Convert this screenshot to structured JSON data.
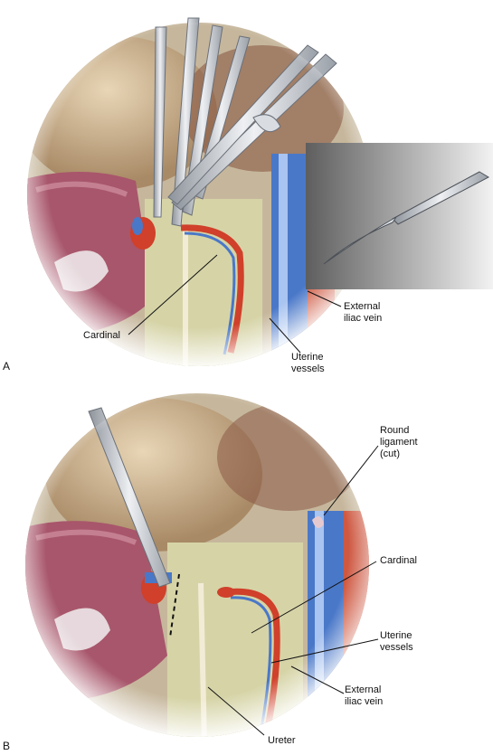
{
  "panels": [
    {
      "letter": "A",
      "labels": {
        "cardinal": "Cardinal",
        "external_iliac_vein": "External\niliac vein",
        "uterine_vessels": "Uterine\nvessels"
      }
    },
    {
      "letter": "B",
      "labels": {
        "round_ligament": "Round\nligament\n(cut)",
        "cardinal": "Cardinal",
        "uterine_vessels": "Uterine\nvessels",
        "external_iliac_vein": "External\niliac vein",
        "ureter": "Ureter"
      }
    }
  ],
  "colors": {
    "uterus": "#a8566b",
    "bladder": "#d8c29a",
    "cardinal_ligament": "#c9c68a",
    "artery": "#d0402a",
    "vein": "#4a78c8",
    "ureter": "#f2ecd6",
    "instrument": "#c8ccd2",
    "inset_gradient_dark": "#6a6a6a"
  }
}
